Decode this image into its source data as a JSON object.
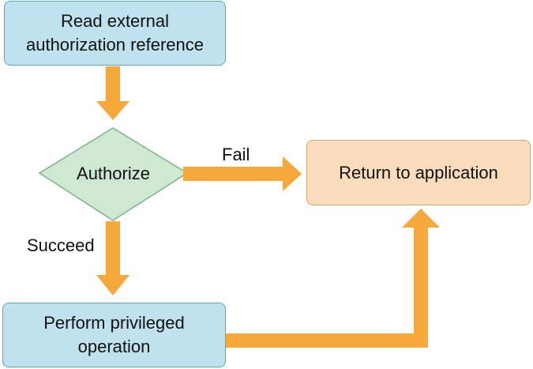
{
  "nodes": {
    "read_reference": "Read external\nauthorization reference",
    "authorize": "Authorize",
    "return_to_app": "Return to application",
    "perform_operation": "Perform privileged\noperation"
  },
  "edges": {
    "fail_label": "Fail",
    "succeed_label": "Succeed"
  },
  "colors": {
    "arrow": "#f6a83b",
    "process_fill": "#bfe2ee",
    "decision_fill": "#cfe8d2",
    "terminal_fill": "#fbdcbc"
  }
}
